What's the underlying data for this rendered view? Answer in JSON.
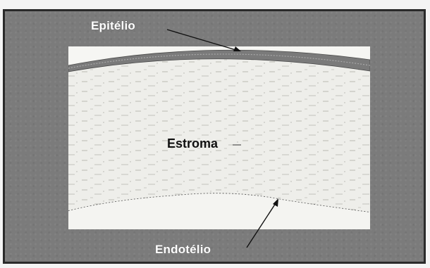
{
  "labels": {
    "epithelium": "Epitélio",
    "stroma": "Estroma",
    "endothelium": "Endotélio"
  },
  "colors": {
    "background_gray": "#7b7b7b",
    "tissue_panel": "#eeeeea",
    "epithelium_band": "#6e6e6e",
    "label_white": "#ffffff",
    "label_dark": "#111111"
  }
}
